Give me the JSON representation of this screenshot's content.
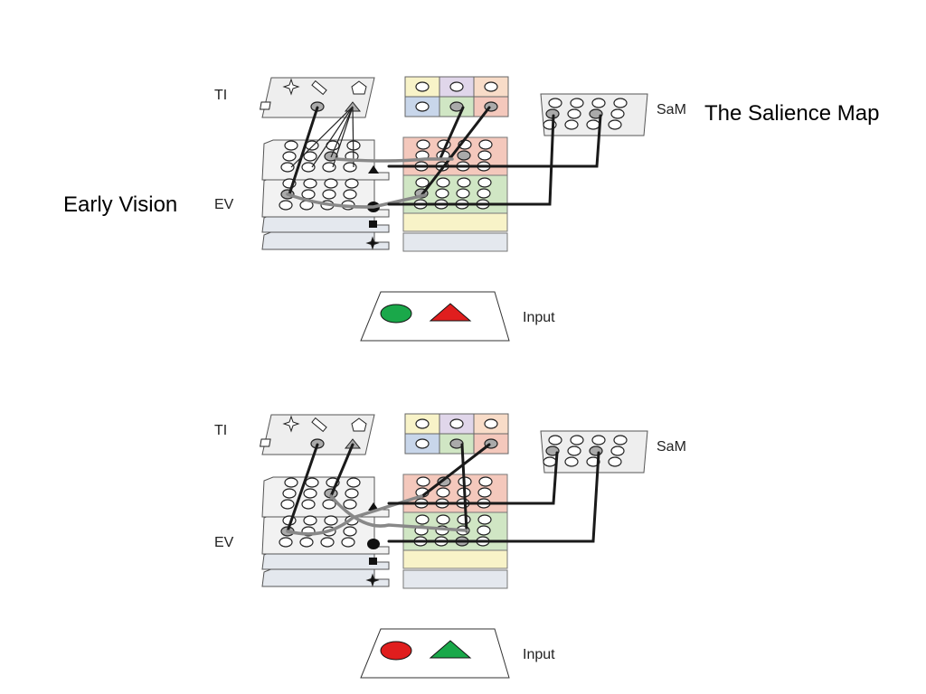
{
  "annotations": {
    "early_vision": "Early Vision",
    "salience_map": "The Salience Map"
  },
  "panels": [
    {
      "ti_label": "TI",
      "ev_label": "EV",
      "sam_label": "SaM",
      "input_label": "Input"
    },
    {
      "ti_label": "TI",
      "ev_label": "EV",
      "sam_label": "SaM",
      "input_label": "Input"
    }
  ],
  "colors": {
    "cell_yellow": "#f8f3c8",
    "cell_purple": "#e0d6ea",
    "cell_peach": "#f8dcc8",
    "cell_blue": "#c8d6ea",
    "cell_green": "#d0e6c4",
    "cell_red": "#f4c8bc",
    "plane_gray": "#eeeeee",
    "plane_blue_gray": "#e4e8ee",
    "wire": "#1a1a1a",
    "wire_gray": "#888888",
    "unit_active": "#aaaaaa",
    "panel1_input_ellipse": "#1aa84a",
    "panel1_input_triangle": "#e01e1e",
    "panel2_input_ellipse": "#e01e1e",
    "panel2_input_triangle": "#1aa84a"
  },
  "icons": [
    "star-icon",
    "bar-icon",
    "pentagon-icon",
    "square-icon",
    "triangle-icon",
    "ellipse-icon"
  ]
}
